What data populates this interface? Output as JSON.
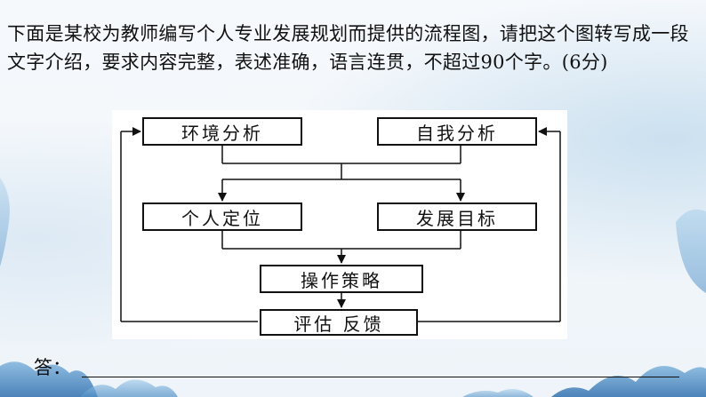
{
  "question": {
    "text": "下面是某校为教师编写个人专业发展规划而提供的流程图，请把这个图转写成一段文字介绍，要求内容完整，表述准确，语言连贯，不超过90个字。(6分)"
  },
  "flowchart": {
    "nodes": {
      "env_analysis": "环境分析",
      "self_analysis": "自我分析",
      "personal_position": "个人定位",
      "dev_goal": "发展目标",
      "strategy": "操作策略",
      "evaluation": "评估 反馈"
    }
  },
  "answer": {
    "label": "答："
  },
  "colors": {
    "ink": "#111111",
    "panel": "#ffffff",
    "background": "#f3f7fb",
    "accent_blue": "#3f86c4"
  }
}
